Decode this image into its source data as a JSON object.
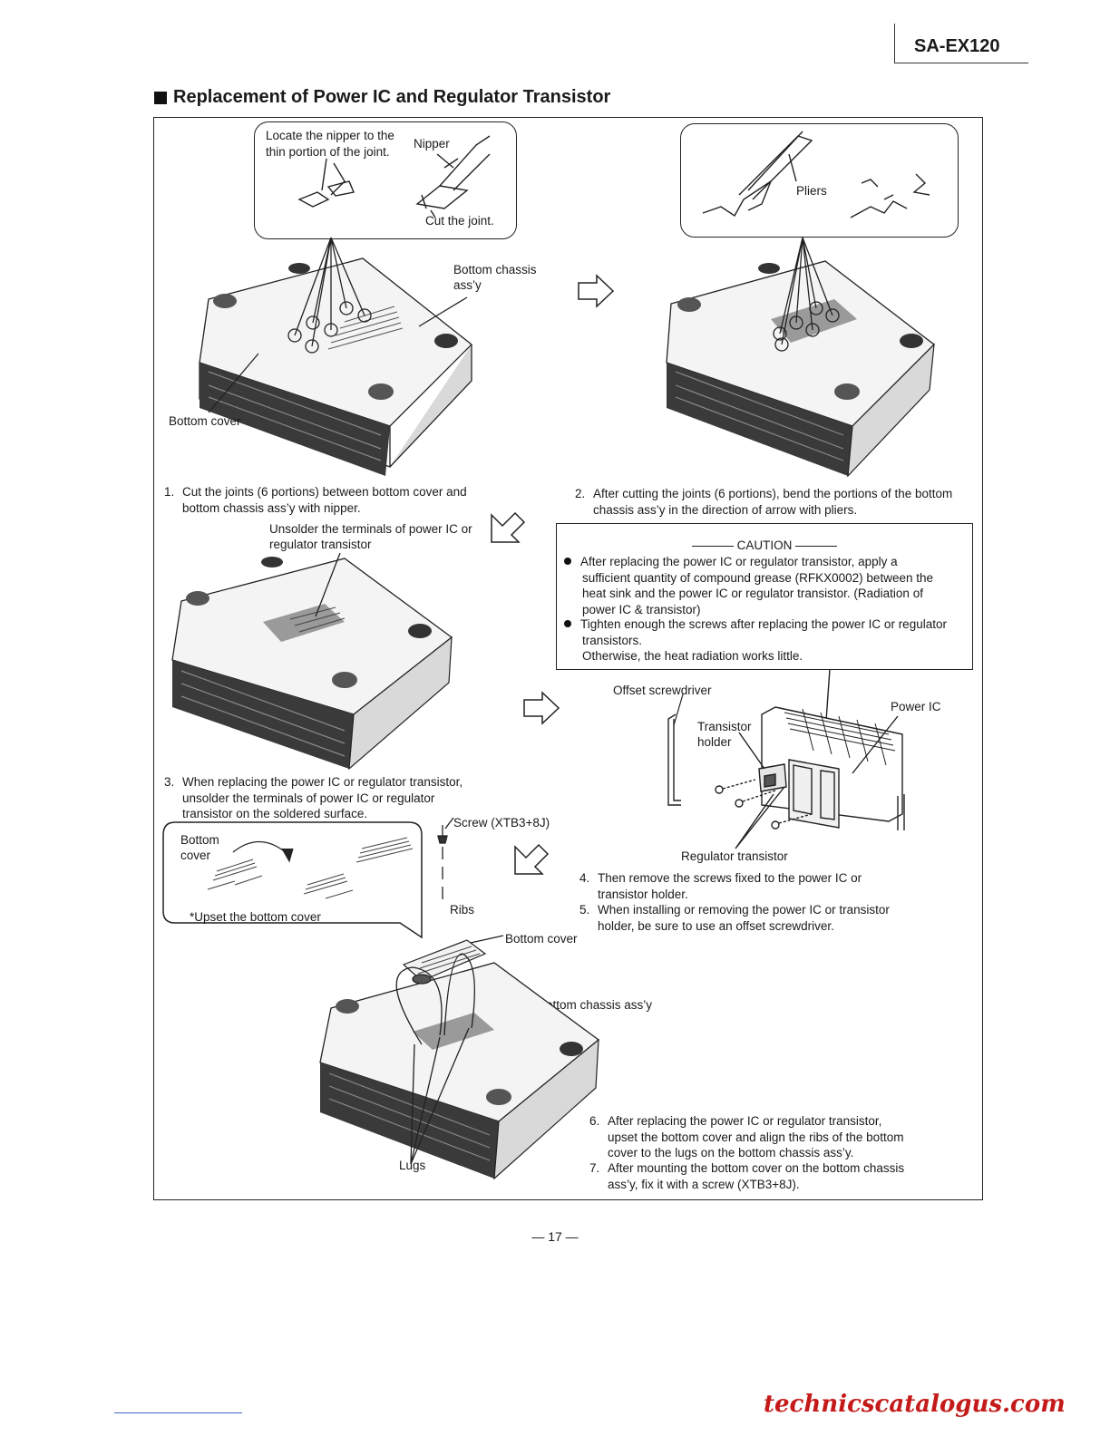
{
  "header": {
    "model": "SA-EX120"
  },
  "section": {
    "title": "Replacement of Power IC and Regulator Transistor"
  },
  "callout1": {
    "locate_line1": "Locate the nipper to the",
    "locate_line2": "thin portion of the joint.",
    "nipper": "Nipper",
    "cut_joint": "Cut the joint."
  },
  "callout2": {
    "pliers": "Pliers"
  },
  "labels": {
    "bottom_chassis_line1": "Bottom chassis",
    "bottom_chassis_line2": "ass’y",
    "bottom_cover": "Bottom cover",
    "unsolder_line1": "Unsolder the terminals of power IC or",
    "unsolder_line2": "regulator transistor",
    "offset_screwdriver": "Offset screwdriver",
    "power_ic": "Power IC",
    "transistor_holder_line1": "Transistor",
    "transistor_holder_line2": "holder",
    "regulator_transistor": "Regulator transistor",
    "screw": "Screw (XTB3+8J)",
    "ribs": "Ribs",
    "bottom_cover_2": "Bottom cover",
    "bottom_chassis_2": "Bottom chassis ass’y",
    "lugs": "Lugs"
  },
  "callout3": {
    "bottom_line1": "Bottom",
    "bottom_line2": "cover",
    "upset": "*Upset the bottom cover"
  },
  "steps": {
    "s1": {
      "num": "1.",
      "line1": "Cut the joints (6 portions) between bottom cover and",
      "line2": "bottom chassis ass’y with nipper."
    },
    "s2": {
      "num": "2.",
      "line1": "After cutting the joints (6 portions), bend the portions of the bottom",
      "line2": "chassis ass’y in the direction of arrow with pliers."
    },
    "s3": {
      "num": "3.",
      "line1": "When replacing the power IC or regulator transistor,",
      "line2": "unsolder the terminals of power IC or regulator",
      "line3": "transistor on the soldered surface."
    },
    "s4": {
      "num": "4.",
      "line1": "Then remove the screws fixed to the power IC or",
      "line2": "transistor holder."
    },
    "s5": {
      "num": "5.",
      "line1": "When installing or removing the power IC or transistor",
      "line2": "holder, be sure to use an offset screwdriver."
    },
    "s6": {
      "num": "6.",
      "line1": "After replacing the power IC or regulator transistor,",
      "line2": "upset the bottom cover and align the ribs of the bottom",
      "line3": "cover to the lugs on the bottom chassis ass’y."
    },
    "s7": {
      "num": "7.",
      "line1": "After mounting the bottom cover on the bottom chassis",
      "line2": "ass’y, fix it with a screw (XTB3+8J)."
    }
  },
  "caution": {
    "title": "CAUTION",
    "b1_line1": "After replacing the power IC or regulator transistor, apply a",
    "b1_line2": "sufficient quantity of compound grease (RFKX0002) between the",
    "b1_line3": "heat sink and the power IC or regulator transistor. (Radiation of",
    "b1_line4": "power IC & transistor)",
    "b2_line1": "Tighten enough the screws after replacing the power IC or regulator",
    "b2_line2": "transistors.",
    "b2_line3": "Otherwise, the heat radiation works little."
  },
  "footer": {
    "page": "— 17 —",
    "watermark": "technicscatalogus.com"
  }
}
